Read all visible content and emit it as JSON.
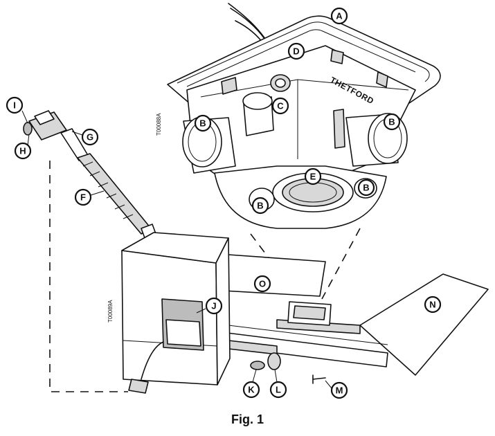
{
  "figure": {
    "caption": "Fig. 1",
    "brand_mark": "THETFORD",
    "drawing_codes": [
      "T00088A",
      "T00089A"
    ]
  },
  "callouts": [
    {
      "id": "A",
      "label": "A"
    },
    {
      "id": "B1",
      "label": "B"
    },
    {
      "id": "B2",
      "label": "B"
    },
    {
      "id": "B3",
      "label": "B"
    },
    {
      "id": "B4",
      "label": "B"
    },
    {
      "id": "C",
      "label": "C"
    },
    {
      "id": "D",
      "label": "D"
    },
    {
      "id": "E",
      "label": "E"
    },
    {
      "id": "F",
      "label": "F"
    },
    {
      "id": "G",
      "label": "G"
    },
    {
      "id": "H",
      "label": "H"
    },
    {
      "id": "I",
      "label": "I"
    },
    {
      "id": "J",
      "label": "J"
    },
    {
      "id": "K",
      "label": "K"
    },
    {
      "id": "L",
      "label": "L"
    },
    {
      "id": "M",
      "label": "M"
    },
    {
      "id": "N",
      "label": "N"
    },
    {
      "id": "O",
      "label": "O"
    }
  ]
}
